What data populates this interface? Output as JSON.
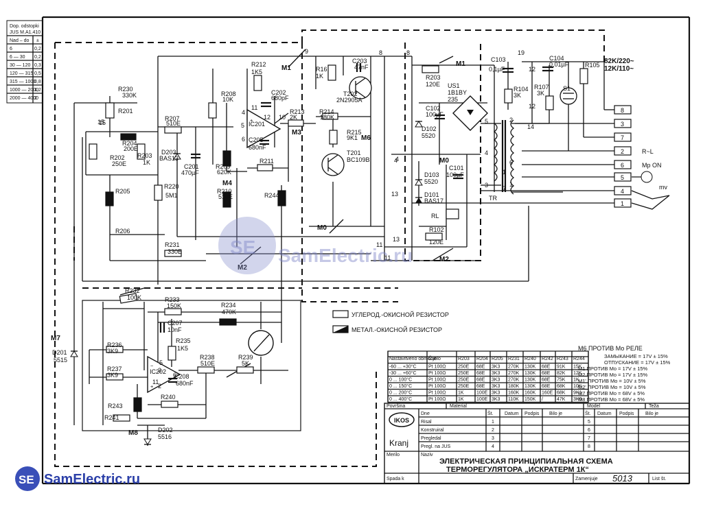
{
  "watermark": {
    "center_text": "SamElectric.ru",
    "center_badge": "SE"
  },
  "site_logo": {
    "badge": "SE",
    "text": "SamElectric.ru"
  },
  "tolerance_table": {
    "title_lines": [
      "Dop. odstopki",
      "JUS M.A1.410"
    ],
    "headers": [
      "Nad – do",
      "±"
    ],
    "rows": [
      [
        "6",
        "0,2"
      ],
      [
        "6 — 30",
        "0,2"
      ],
      [
        "30 — 120",
        "0,3"
      ],
      [
        "120 — 315",
        "0,5"
      ],
      [
        "315 — 1000",
        "0,8"
      ],
      [
        "1000 — 2000",
        "1,2"
      ],
      [
        "2000 — 4000",
        "2"
      ]
    ]
  },
  "components": {
    "R230": {
      "ref": "R230",
      "val": "330K"
    },
    "R201": {
      "ref": "R201"
    },
    "R204": {
      "ref": "R204",
      "val": "200E"
    },
    "R202": {
      "ref": "R202",
      "val": "250E"
    },
    "R203": {
      "ref": "R203",
      "val": "1K"
    },
    "R205": {
      "ref": "R205"
    },
    "R206": {
      "ref": "R206"
    },
    "R207": {
      "ref": "R207",
      "val": "510E"
    },
    "R208": {
      "ref": "R208",
      "val": "10K"
    },
    "R209": {
      "ref": "R209",
      "val": "620K"
    },
    "R210": {
      "ref": "R210",
      "val": "510E"
    },
    "R211": {
      "ref": "R211"
    },
    "R212": {
      "ref": "R212",
      "val": "1K5"
    },
    "R213": {
      "ref": "R213",
      "val": "2K"
    },
    "R214": {
      "ref": "R214",
      "val": "180K"
    },
    "R215": {
      "ref": "R215",
      "val": "9K1"
    },
    "R216": {
      "ref": "R16",
      "val": "1K"
    },
    "R220": {
      "ref": "R220",
      "val": "5M1"
    },
    "R231": {
      "ref": "R231",
      "val": "330E"
    },
    "R244": {
      "ref": "R244"
    },
    "C201": {
      "ref": "C201",
      "val": "470µF"
    },
    "C202": {
      "ref": "C202",
      "val": "680pF"
    },
    "C203": {
      "ref": "C203",
      "val": "47nF"
    },
    "C205": {
      "ref": "C205",
      "val": "680nF"
    },
    "D203": {
      "ref": "D203",
      "val": "BAS13"
    },
    "IC201": {
      "ref": "IC201"
    },
    "T202": {
      "ref": "T202",
      "val": "2N2905A"
    },
    "T201": {
      "ref": "T201",
      "val": "BC109B"
    },
    "R203b": {
      "ref": "R203",
      "val": "120E"
    },
    "US1": {
      "ref": "US1",
      "val": "1B1BY",
      "val2": "235"
    },
    "C103": {
      "ref": "C103",
      "val": "0,1µF"
    },
    "C104": {
      "ref": "C104",
      "val": "0,01µF"
    },
    "R104": {
      "ref": "R104",
      "val": "3K"
    },
    "R107": {
      "ref": "R107",
      "val": "3K"
    },
    "R105": {
      "ref": "R105"
    },
    "S1": {
      "ref": "S1"
    },
    "C102": {
      "ref": "C102",
      "val": "100µF"
    },
    "D102": {
      "ref": "D102",
      "val": "5520"
    },
    "D103": {
      "ref": "D103",
      "val": "5520"
    },
    "C101": {
      "ref": "C101",
      "val": "100µF"
    },
    "D101": {
      "ref": "D101",
      "val": "BAS17"
    },
    "RL": {
      "ref": "RL"
    },
    "R102": {
      "ref": "R102",
      "val": "120E"
    },
    "TR": {
      "ref": "TR"
    },
    "R232": {
      "ref": "R232",
      "val": "100K"
    },
    "R233": {
      "ref": "R233",
      "val": "150K"
    },
    "R234": {
      "ref": "R234",
      "val": "470K"
    },
    "C207": {
      "ref": "C207",
      "val": "10nF"
    },
    "R235": {
      "ref": "R235",
      "val": "1K5"
    },
    "R236": {
      "ref": "R236",
      "val": "3K9"
    },
    "R237": {
      "ref": "R237",
      "val": "3K9"
    },
    "IC202": {
      "ref": "IC202"
    },
    "C208": {
      "ref": "C208",
      "val": "680nF"
    },
    "R238": {
      "ref": "R238",
      "val": "510E"
    },
    "R239": {
      "ref": "R239",
      "val": "5K"
    },
    "R240": {
      "ref": "R240"
    },
    "R241": {
      "ref": "R241"
    },
    "R243": {
      "ref": "R243"
    },
    "D201": {
      "ref": "D201",
      "val": "5515"
    },
    "D202": {
      "ref": "D202",
      "val": "5516"
    }
  },
  "test_points": [
    "M1",
    "M2",
    "M3",
    "M4",
    "M6",
    "M0",
    "M7",
    "M8",
    "M1",
    "M2",
    "M0"
  ],
  "node_numbers": [
    "9",
    "8",
    "8",
    "15",
    "4",
    "5",
    "6",
    "11",
    "12",
    "10",
    "4",
    "13",
    "11",
    "4",
    "13",
    "11",
    "19",
    "12",
    "14",
    "12",
    "5",
    "4",
    "3",
    "2",
    "6",
    "7",
    "1",
    "1",
    "5",
    "3",
    "6",
    "2",
    "11",
    "10",
    "4",
    "3"
  ],
  "transformer_note": [
    "82K/220~",
    "12K/110~"
  ],
  "terminals": [
    {
      "num": "8",
      "label": ""
    },
    {
      "num": "3",
      "label": ""
    },
    {
      "num": "7",
      "label": ""
    },
    {
      "num": "2",
      "label": "R~L"
    },
    {
      "num": "6",
      "label": "Mp ON"
    },
    {
      "num": "5",
      "label": ""
    },
    {
      "num": "4",
      "label": "mv"
    },
    {
      "num": "1",
      "label": ""
    }
  ],
  "legend": {
    "carbon": "УГЛЕРОД.-ОКИСНОЙ РЕЗИСТОР",
    "metal": "МЕТАЛ.-ОКИСНОЙ РЕЗИСТОР"
  },
  "relay_notes": {
    "title": "М6 ПРОТИВ Мо РЕЛЕ",
    "lines": [
      "ЗАМЫКАНИЕ = 17V ± 15%",
      "ОТПУСКАНИЕ = 17V ± 15%",
      "M1 ПРОТИВ Mo = 17V ± 15%",
      "M2 ПРОТИВ Mo = 17V ± 15%",
      "M1' ПРОТИВ Mo = 10V ± 5%",
      "M2' ПРОТИВ Mo = 10V ± 5%",
      "M7 ПРОТИВ Mo = 68V ± 5%",
      "M8 ПРОТИВ Mo = 68V ± 5%"
    ]
  },
  "settings_table": {
    "headers": [
      "Nastavitveno območje",
      "Čutilo",
      "R203",
      "R204",
      "R205",
      "R231",
      "R240",
      "R242",
      "R243",
      "R244"
    ],
    "rows": [
      [
        "-60 ... +30°C",
        "Pt 100Ω",
        "250E",
        "68E",
        "3K3",
        "270K",
        "130K",
        "68E",
        "91K",
        "15K"
      ],
      [
        "-30 ... +60°C",
        "Pt 100Ω",
        "250E",
        "68E",
        "3K3",
        "270K",
        "130K",
        "68E",
        "82K",
        "12K"
      ],
      [
        "0 ... 100°C",
        "Pt 100Ω",
        "250E",
        "68E",
        "3K3",
        "270K",
        "130K",
        "68E",
        "75K",
        "1K"
      ],
      [
        "0 ... 150°C",
        "Pt 100Ω",
        "250E",
        "68E",
        "3K3",
        "180K",
        "130K",
        "68E",
        "68K",
        "10K"
      ],
      [
        "0 ... 200°C",
        "Pt 100Ω",
        "1K",
        "100E",
        "3K3",
        "160K",
        "160K",
        "160E",
        "68K",
        "9K1"
      ],
      [
        "0 ... 400°C",
        "Pt 100Ω",
        "1K",
        "100E",
        "3K3",
        "110K",
        "150K",
        "/",
        "47K",
        "3K6"
      ]
    ]
  },
  "title_block": {
    "povrsina": "Površina",
    "material": "Material",
    "model": "Model",
    "teza": "Teža",
    "company_logo": "IKOS",
    "company_city": "Kranj",
    "rows_left": [
      "Dne",
      "Risal",
      "Konstruiral",
      "Pregledal",
      "Pregl. na JUS"
    ],
    "rev_headers": [
      "Št.",
      "Datum",
      "Podpis",
      "Bilo je",
      "Št.",
      "Datum",
      "Podpis",
      "Bilo je"
    ],
    "rev_nums_left": [
      "1",
      "2",
      "3",
      "4"
    ],
    "rev_nums_right": [
      "5",
      "6",
      "7",
      "8"
    ],
    "merilo": "Merilo",
    "naziv": "Naziv",
    "title_line1": "ЭЛЕКТРИЧЕСКАЯ ПРИНЦИПИАЛЬНАЯ СХЕМА",
    "title_line2": "ТЕРМОРЕГУЛЯТОРА „ИСКРАТЕРМ 1К“",
    "spada_k": "Spada k",
    "zamenjuje": "Zamenjuje",
    "drawing_no": "5013",
    "list_st": "List št."
  }
}
